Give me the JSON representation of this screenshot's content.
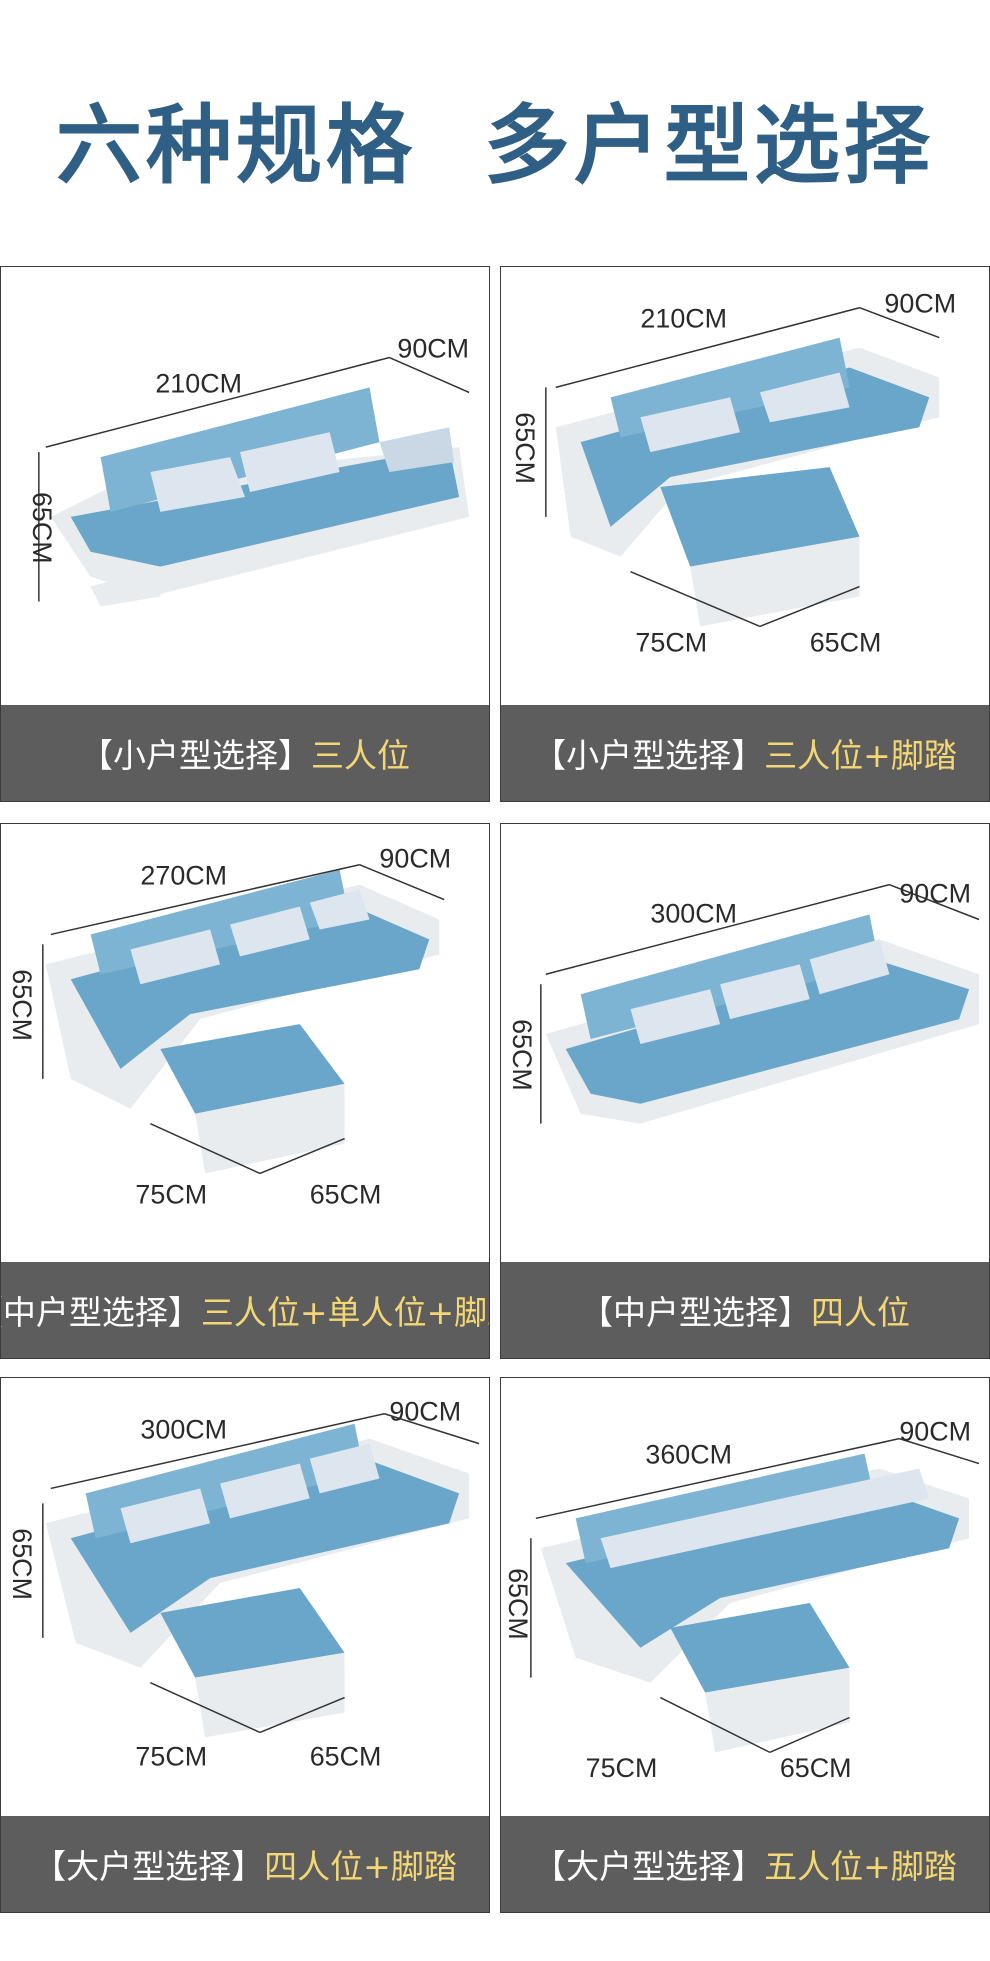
{
  "headline": "六种规格  多户型选择",
  "colors": {
    "headline": "#2f5f85",
    "caption_bg": "#5d5d5d",
    "caption_text": "#ffffff",
    "caption_highlight": "#f4d775",
    "sofa_blue": "#6aa6c9",
    "sofa_white": "#e8ecef"
  },
  "cards": [
    {
      "category": "【小户型选择】",
      "option": "三人位",
      "length": "210CM",
      "depth": "90CM",
      "height": "65CM"
    },
    {
      "category": "【小户型选择】",
      "option": "三人位+脚踏",
      "length": "210CM",
      "depth": "90CM",
      "height": "65CM",
      "ottoman_depth": "75CM",
      "ottoman_width": "65CM"
    },
    {
      "category": "【中户型选择】",
      "option": "三人位+单人位+脚踏",
      "length": "270CM",
      "depth": "90CM",
      "height": "65CM",
      "ottoman_depth": "75CM",
      "ottoman_width": "65CM"
    },
    {
      "category": "【中户型选择】",
      "option": "四人位",
      "length": "300CM",
      "depth": "90CM",
      "height": "65CM"
    },
    {
      "category": "【大户型选择】",
      "option": "四人位+脚踏",
      "length": "300CM",
      "depth": "90CM",
      "height": "65CM",
      "ottoman_depth": "75CM",
      "ottoman_width": "65CM"
    },
    {
      "category": "【大户型选择】",
      "option": "五人位+脚踏",
      "length": "360CM",
      "depth": "90CM",
      "height": "65CM",
      "ottoman_depth": "75CM",
      "ottoman_width": "65CM"
    }
  ]
}
